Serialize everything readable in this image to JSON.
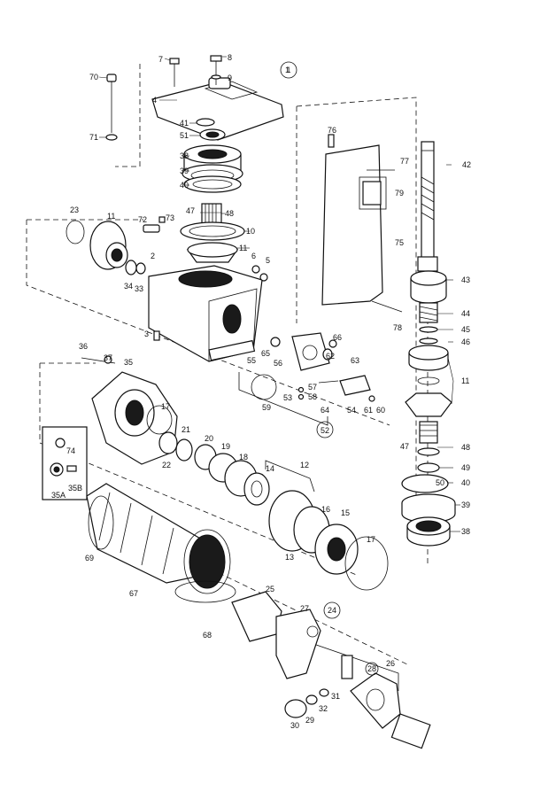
{
  "title_callout": "1",
  "labels": {
    "l2": "2",
    "l3": "3",
    "l4": "4",
    "l5": "5",
    "l6": "6",
    "l7": "7",
    "l8": "8",
    "l9": "9",
    "l10": "10",
    "l11a": "11",
    "l11b": "11",
    "l11c": "11",
    "l12": "12",
    "l13": "13",
    "l14": "14",
    "l15": "15",
    "l16": "16",
    "l17a": "17",
    "l17b": "17",
    "l18": "18",
    "l19": "19",
    "l20": "20",
    "l21": "21",
    "l22": "22",
    "l23": "23",
    "l24": "24",
    "l25": "25",
    "l26": "26",
    "l27": "27",
    "l28": "28",
    "l29": "29",
    "l30": "30",
    "l31": "31",
    "l32": "32",
    "l33": "33",
    "l34": "34",
    "l35": "35",
    "l35a": "35A",
    "l35b": "35B",
    "l36": "36",
    "l37": "37",
    "l38a": "38",
    "l38b": "38",
    "l39a": "39",
    "l39b": "39",
    "l40a": "40",
    "l40b": "40",
    "l41": "41",
    "l42": "42",
    "l43": "43",
    "l44": "44",
    "l45": "45",
    "l46": "46",
    "l47a": "47",
    "l47b": "47",
    "l48a": "48",
    "l48b": "48",
    "l49": "49",
    "l50": "50",
    "l51": "51",
    "l52": "52",
    "l53": "53",
    "l54": "54",
    "l55": "55",
    "l56": "56",
    "l57": "57",
    "l58": "58",
    "l59": "59",
    "l60": "60",
    "l61": "61",
    "l63": "63",
    "l64": "64",
    "l65": "65",
    "l66": "66",
    "l67": "67",
    "l68": "68",
    "l69": "69",
    "l70": "70",
    "l71": "71",
    "l72": "72",
    "l73": "73",
    "l74": "74",
    "l75": "75",
    "l76": "76",
    "l77": "77",
    "l78": "78",
    "l79": "79"
  }
}
